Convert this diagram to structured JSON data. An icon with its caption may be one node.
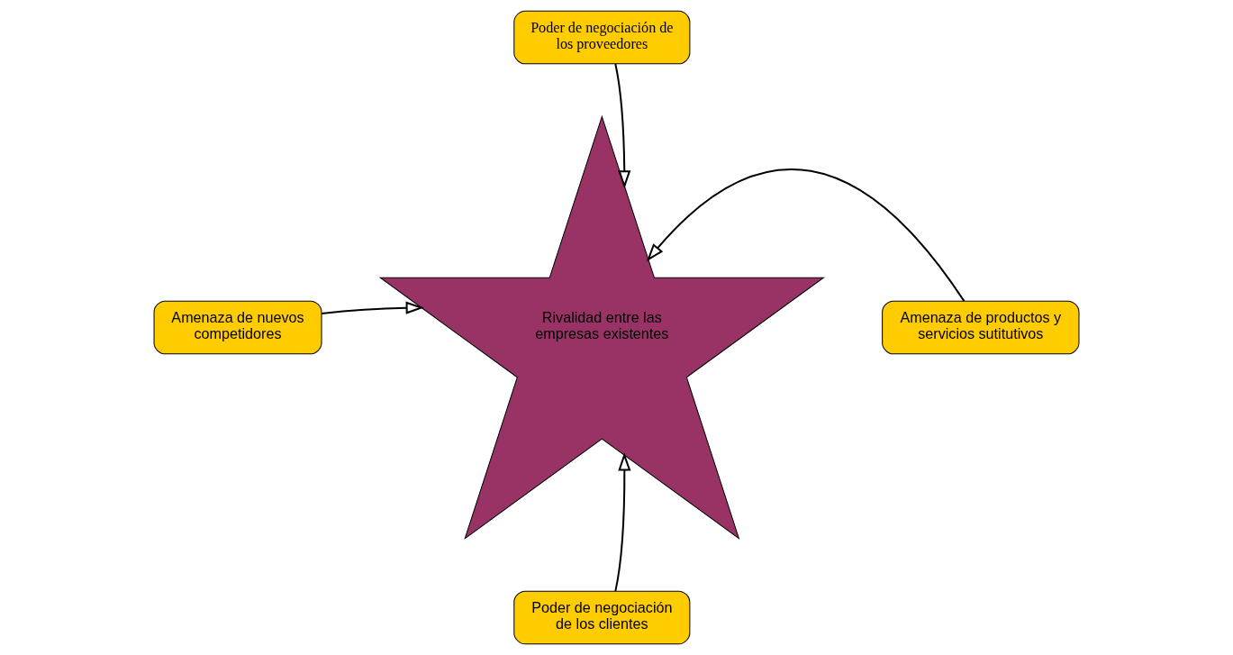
{
  "diagram": {
    "nodes": [
      {
        "text": [
          "Poder de negociación de los proveedores"
        ]
      },
      {
        "text": [
          "Amenaza de nuevos competidores"
        ]
      },
      {
        "text": [
          "Rivalidad entre las empresas existentes"
        ]
      },
      {
        "text": [
          "Amenaza de productos y servicios sutitutivos"
        ]
      },
      {
        "text": [
          "Poder de negociación de los clientes"
        ]
      }
    ],
    "edges": [
      {
        "from": 0,
        "to": 2,
        "arrow": "to"
      },
      {
        "from": 1,
        "to": 2,
        "arrow": "to"
      },
      {
        "from": 3,
        "to": 2,
        "arrow": "to"
      },
      {
        "from": 4,
        "to": 2,
        "arrow": "to"
      }
    ]
  }
}
